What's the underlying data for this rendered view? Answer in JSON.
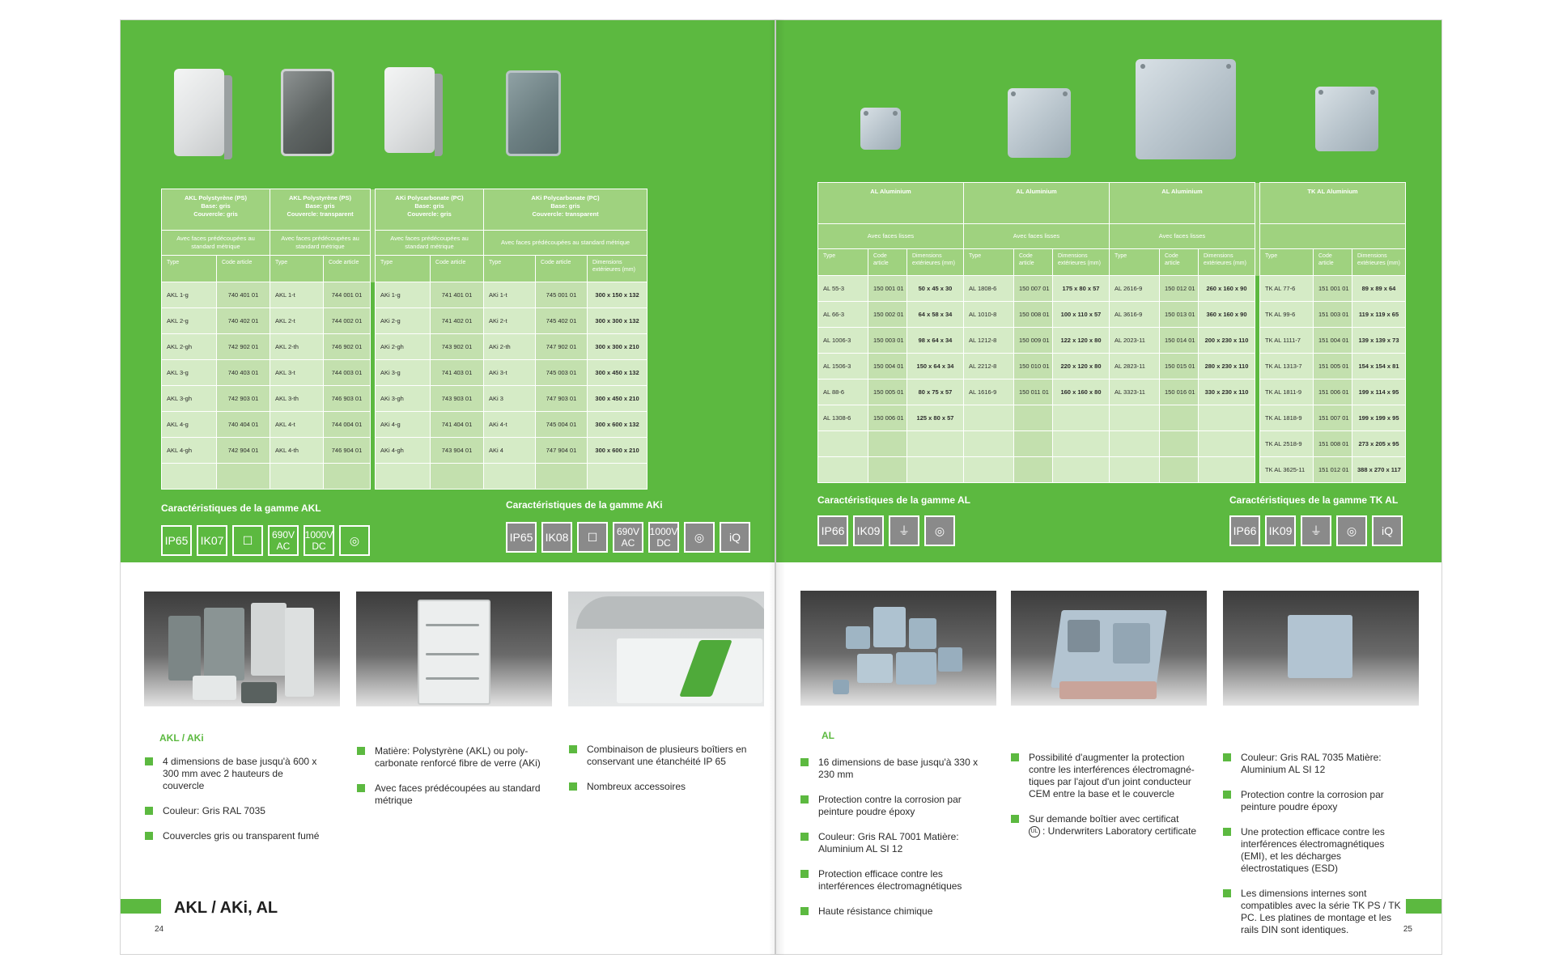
{
  "left_page": {
    "table": {
      "headers": [
        {
          "title": "AKL Polystyrène (PS)",
          "base": "Base: gris",
          "cover": "Couvercle: gris"
        },
        {
          "title": "AKL Polystyrène (PS)",
          "base": "Base: gris",
          "cover": "Couvercle: transparent"
        },
        {
          "title": "AKi Polycarbonate (PC)",
          "base": "Base: gris",
          "cover": "Couvercle: gris"
        },
        {
          "title": "AKi Polycarbonate (PC)",
          "base": "Base: gris",
          "cover": "Couvercle: transparent"
        }
      ],
      "subheader": "Avec faces prédécoupées au standard métrique",
      "col_type": "Type",
      "col_code": "Code article",
      "col_dim": "Dimensions extérieures (mm)",
      "rows": [
        [
          "AKL 1-g",
          "740 401 01",
          "AKL 1-t",
          "744 001 01",
          "AKi 1-g",
          "741 401 01",
          "AKi 1-t",
          "745 001 01",
          "300 x 150 x 132"
        ],
        [
          "AKL 2-g",
          "740 402 01",
          "AKL 2-t",
          "744 002 01",
          "AKi 2-g",
          "741 402 01",
          "AKi 2-t",
          "745 402 01",
          "300 x 300 x 132"
        ],
        [
          "AKL 2-gh",
          "742 902 01",
          "AKL 2-th",
          "746 902 01",
          "AKi 2-gh",
          "743 902 01",
          "AKi 2-th",
          "747 902 01",
          "300 x 300 x 210"
        ],
        [
          "AKL 3-g",
          "740 403 01",
          "AKL 3-t",
          "744 003 01",
          "AKi 3-g",
          "741 403 01",
          "AKi 3-t",
          "745 003 01",
          "300 x 450 x 132"
        ],
        [
          "AKL 3-gh",
          "742 903 01",
          "AKL 3-th",
          "746 903 01",
          "AKi 3-gh",
          "743 903 01",
          "AKi 3",
          "747 903 01",
          "300 x 450 x 210"
        ],
        [
          "AKL 4-g",
          "740 404 01",
          "AKL 4-t",
          "744 004 01",
          "AKi 4-g",
          "741 404 01",
          "AKi 4-t",
          "745 004 01",
          "300 x 600 x 132"
        ],
        [
          "AKL 4-gh",
          "742 904 01",
          "AKL 4-th",
          "746 904 01",
          "AKi 4-gh",
          "743 904 01",
          "AKi 4",
          "747 904 01",
          "300 x 600 x 210"
        ]
      ]
    },
    "char_akl": {
      "title": "Caractéristiques de la gamme AKL",
      "badges": [
        "IP65",
        "IK07",
        "☐",
        "690V AC",
        "1000V DC",
        "◎"
      ]
    },
    "char_aki": {
      "title": "Caractéristiques de la gamme AKi",
      "badges": [
        "IP65",
        "IK08",
        "☐",
        "690V AC",
        "1000V DC",
        "◎",
        "iQ"
      ]
    },
    "features": {
      "title": "AKL / AKi",
      "col1": [
        "4 dimensions de base jusqu'à 600 x 300 mm avec 2 hauteurs de couvercle",
        "Couleur: Gris RAL 7035",
        "Couvercles gris ou transparent fumé"
      ],
      "col2": [
        "Matière: Polystyrène (AKL) ou poly­carbonate renforcé fibre de verre (AKi)",
        "Avec faces prédécoupées au standard métrique"
      ],
      "col3": [
        "Combinaison de plusieurs boîtiers en conservant une étanchéité IP 65",
        "Nombreux accessoires"
      ]
    },
    "footer_title": "AKL / AKi, AL",
    "page_number": "24"
  },
  "right_page": {
    "table": {
      "groups": [
        "AL Aluminium",
        "AL Aluminium",
        "AL Aluminium",
        "TK AL Aluminium"
      ],
      "subheader": "Avec faces lisses",
      "col_type": "Type",
      "col_code": "Code article",
      "col_dim": "Dimensions extérieures (mm)",
      "g1": [
        [
          "AL 55-3",
          "150 001 01",
          "50 x 45 x 30"
        ],
        [
          "AL 66-3",
          "150 002 01",
          "64 x 58 x 34"
        ],
        [
          "AL 1006-3",
          "150 003 01",
          "98 x 64 x 34"
        ],
        [
          "AL 1506-3",
          "150 004 01",
          "150 x 64 x 34"
        ],
        [
          "AL 88-6",
          "150 005 01",
          "80 x 75 x 57"
        ],
        [
          "AL 1308-6",
          "150 006 01",
          "125 x 80 x 57"
        ],
        [
          "",
          "",
          ""
        ],
        [
          "",
          "",
          ""
        ]
      ],
      "g2": [
        [
          "AL 1808-6",
          "150 007 01",
          "175 x 80 x 57"
        ],
        [
          "AL 1010-8",
          "150 008 01",
          "100 x 110 x 57"
        ],
        [
          "AL 1212-8",
          "150 009 01",
          "122 x 120 x 80"
        ],
        [
          "AL 2212-8",
          "150 010 01",
          "220 x 120 x 80"
        ],
        [
          "AL 1616-9",
          "150 011 01",
          "160 x 160 x 80"
        ],
        [
          "",
          "",
          ""
        ],
        [
          "",
          "",
          ""
        ],
        [
          "",
          "",
          ""
        ]
      ],
      "g3": [
        [
          "AL 2616-9",
          "150 012 01",
          "260 x 160 x 90"
        ],
        [
          "AL 3616-9",
          "150 013 01",
          "360 x 160 x 90"
        ],
        [
          "AL 2023-11",
          "150 014 01",
          "200 x 230 x 110"
        ],
        [
          "AL 2823-11",
          "150 015 01",
          "280 x 230 x 110"
        ],
        [
          "AL 3323-11",
          "150 016 01",
          "330 x 230 x 110"
        ],
        [
          "",
          "",
          ""
        ],
        [
          "",
          "",
          ""
        ],
        [
          "",
          "",
          ""
        ]
      ],
      "g4": [
        [
          "TK AL 77-6",
          "151 001 01",
          "89 x 89 x 64"
        ],
        [
          "TK AL 99-6",
          "151 003 01",
          "119 x 119 x 65"
        ],
        [
          "TK AL 1111-7",
          "151 004 01",
          "139 x 139 x 73"
        ],
        [
          "TK AL 1313-7",
          "151 005 01",
          "154 x 154 x 81"
        ],
        [
          "TK AL 1811-9",
          "151 006 01",
          "199 x 114 x 95"
        ],
        [
          "TK AL 1818-9",
          "151 007 01",
          "199 x 199 x 95"
        ],
        [
          "TK AL 2518-9",
          "151 008 01",
          "273 x 205 x 95"
        ],
        [
          "TK AL 3625-11",
          "151 012 01",
          "388 x 270 x 117"
        ]
      ]
    },
    "char_al": {
      "title": "Caractéristiques de la gamme AL",
      "badges": [
        "IP66",
        "IK09",
        "⏚",
        "◎"
      ]
    },
    "char_tkal": {
      "title": "Caractéristiques de la gamme TK AL",
      "badges": [
        "IP66",
        "IK09",
        "⏚",
        "◎",
        "iQ"
      ]
    },
    "features": {
      "title": "AL",
      "col1": [
        "16 dimensions de base jusqu'à 330 x 230 mm",
        "Protection contre la corrosion par peinture poudre époxy",
        "Couleur: Gris RAL 7001 Matière: Aluminium AL SI 12",
        "Protection efficace contre les interférences électromagnétiques",
        "Haute résistance chimique"
      ],
      "col2": [
        "Possibilité d'augmenter la protection contre les interférences électromagné­tiques par l'ajout d'un joint conducteur CEM entre la base et le couvercle",
        "Sur demande boîtier avec certificat"
      ],
      "col2_cert": ": Underwriters Laboratory certificate",
      "col2_cert_icon": "UL",
      "col3": [
        "Couleur: Gris RAL 7035 Matière: Aluminium AL SI 12",
        "Protection contre la corrosion par peinture poudre époxy",
        "Une protection efficace contre les interférences électromagnétiques (EMI), et les décharges électrostatiques (ESD)",
        "Les dimensions internes sont compatibles avec la série TK PS / TK PC. Les platines de montage et les rails DIN sont identiques."
      ]
    },
    "page_number": "25"
  }
}
